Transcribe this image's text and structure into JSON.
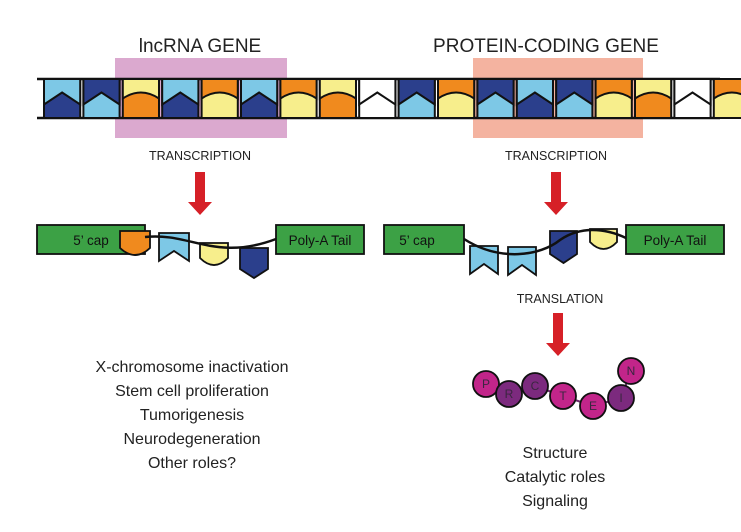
{
  "lnc": {
    "title": "lncRNA GENE",
    "transcription_label": "TRANSCRIPTION",
    "cap_label": "5’ cap",
    "tail_label": "Poly-A Tail",
    "roles": [
      "X-chromosome inactivation",
      "Stem cell proliferation",
      "Tumorigenesis",
      "Neurodegeneration",
      "Other roles?"
    ]
  },
  "pc": {
    "title": "PROTEIN-CODING GENE",
    "transcription_label": "TRANSCRIPTION",
    "translation_label": "TRANSLATION",
    "cap_label": "5’ cap",
    "tail_label": "Poly-A Tail",
    "roles": [
      "Structure",
      "Catalytic roles",
      "Signaling"
    ]
  },
  "amino_acids": [
    "P",
    "R",
    "C",
    "T",
    "E",
    "I",
    "N"
  ],
  "colors": {
    "light_blue": "#7dc8e6",
    "navy": "#2b3f8c",
    "yellow": "#f7ee8c",
    "orange": "#f08a1e",
    "green_box": "#3ca145",
    "lnc_highlight": "#dba9cf",
    "pc_highlight": "#f4b3a0",
    "arrow_red": "#d62027",
    "bead_magenta": "#c2258a",
    "bead_purple": "#7c2a7e"
  }
}
